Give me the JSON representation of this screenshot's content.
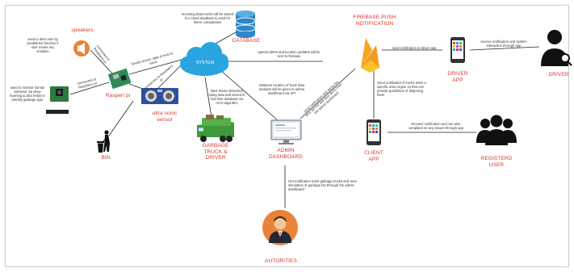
{
  "nodes": {
    "speakers": "speakers",
    "raspberry_pi": "Rasperi pi",
    "sensor": "ultra sonic sensor",
    "bin": "BIN",
    "system": "SYSTEM",
    "database": "DATABASE",
    "truck": "GARBAGE TRUCK & DRIVER",
    "admin": "ADMIN DASHBOARD",
    "firebase": "FIREBASE PUSH NOTIFICATION",
    "driver_app": "DRIVER APP",
    "driver": "DRIVER",
    "client_app": "CLIENT APP",
    "registered_user": "REGISTERD USER",
    "authorities": "AUTORITIES"
  },
  "edge_labels": {
    "speakers_note": "used to alert user by predefined function if user meets any violation",
    "camera_note": "used to monitor human behavior via deep learning & also helps to identify garbage type",
    "speaker_pi": "connected to Raspberry pi",
    "camera_pi": "connected to Raspberry pi",
    "pi_system": "Sends sensor data & level to cloud",
    "pi_sensor": "connected to Raspberry pi",
    "database_note": "incoming data trucks will be stored in a cloud database & used for future computation",
    "system_firebase": "special alerts and location updates will be sent to firebase",
    "truck_note": "Best Route Detection using data and stored in real time database via ACO algorithm",
    "admin_note": "Distance location of truck data analysis will be given to admin dashboard via API",
    "firebase_admin": "send notification and alerts the bins are full and also alerts from the admin dashboard",
    "firebase_driver": "send notification to driver app",
    "driver_receive": "receive notification and system interaction through app",
    "firebase_client": "Send notification if trucks enter a specific area region so that can provide guidelines of disposing them",
    "client_user": "Receive notification and can also complaint on any issues through app",
    "admin_auth": "Get notification track garbage trucks and view simulation of garbage bin through the admin dashboard"
  },
  "colors": {
    "red": "#d9362b",
    "cloud": "#2aa5e0",
    "truck": "#3e9a3a",
    "firebase": "#f6a623"
  }
}
